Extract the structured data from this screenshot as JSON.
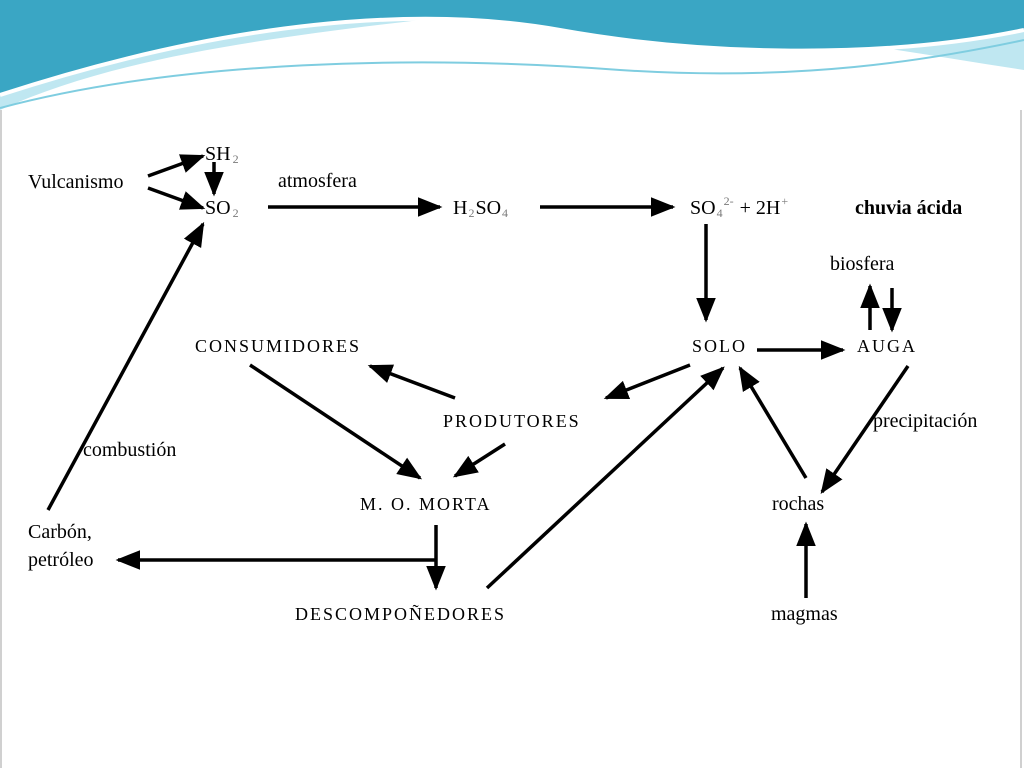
{
  "colors": {
    "wave_dark": "#3aa6c4",
    "wave_light": "#bfe7f1",
    "panel_bg": "#ffffff",
    "line": "#000000",
    "subscript_gray": "#7a7a7a"
  },
  "nodes": {
    "vulcanismo": "Vulcanismo",
    "sh2_main": "SH",
    "sh2_sub": "2",
    "so2_main": "SO",
    "so2_sub": "2",
    "atmosfera": "atmosfera",
    "h2so4_h": "H",
    "h2so4_sub2": "2",
    "h2so4_so": "SO",
    "h2so4_sub4": "4",
    "so4_main": "SO",
    "so4_sub": "4",
    "so4_sup": "2-",
    "plus_2h": "+ 2H",
    "h_sup": "+",
    "chuvia_acida": "chuvia ácida",
    "biosfera": "biosfera",
    "consumidores": "CONSUMIDORES",
    "solo": "SOLO",
    "auga": "AUGA",
    "produtores": "PRODUTORES",
    "precipitacion": "precipitación",
    "combustion": "combustión",
    "mo_morta": "M. O. MORTA",
    "rochas": "rochas",
    "carbon": "Carbón,",
    "petroleo": "petróleo",
    "descompone": "DESCOMPOÑEDORES",
    "magmas": "magmas"
  }
}
